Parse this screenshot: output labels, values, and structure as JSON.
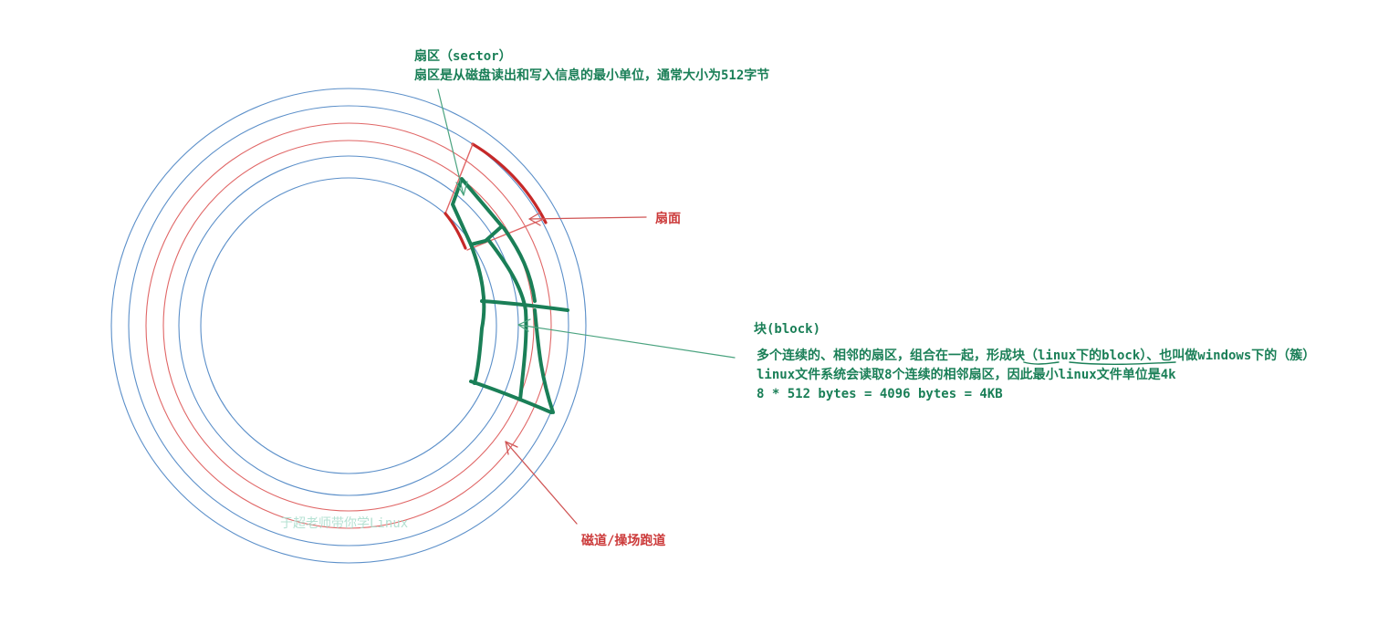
{
  "labels": {
    "sector_title": "扇区（sector）",
    "sector_desc": "扇区是从磁盘读出和写入信息的最小单位，通常大小为512字节",
    "sector_face": "扇面",
    "block_title": "块(block)",
    "block_desc_1": "多个连续的、相邻的扇区，组合在一起，形成块（linux下的block）、也叫做windows下的（簇）",
    "block_desc_2": "linux文件系统会读取8个连续的相邻扇区，因此最小linux文件单位是4k",
    "block_desc_3": "8 * 512 bytes = 4096 bytes = 4KB",
    "track": "磁道/操场跑道",
    "watermark": "于超老师带你学Linux"
  },
  "colors": {
    "track_blue": "#4f86c6",
    "track_red": "#e06666",
    "block_green": "#1a7f57",
    "face_red": "#c62828",
    "arrow_green": "#4aa37f",
    "arrow_red": "#d05555"
  }
}
